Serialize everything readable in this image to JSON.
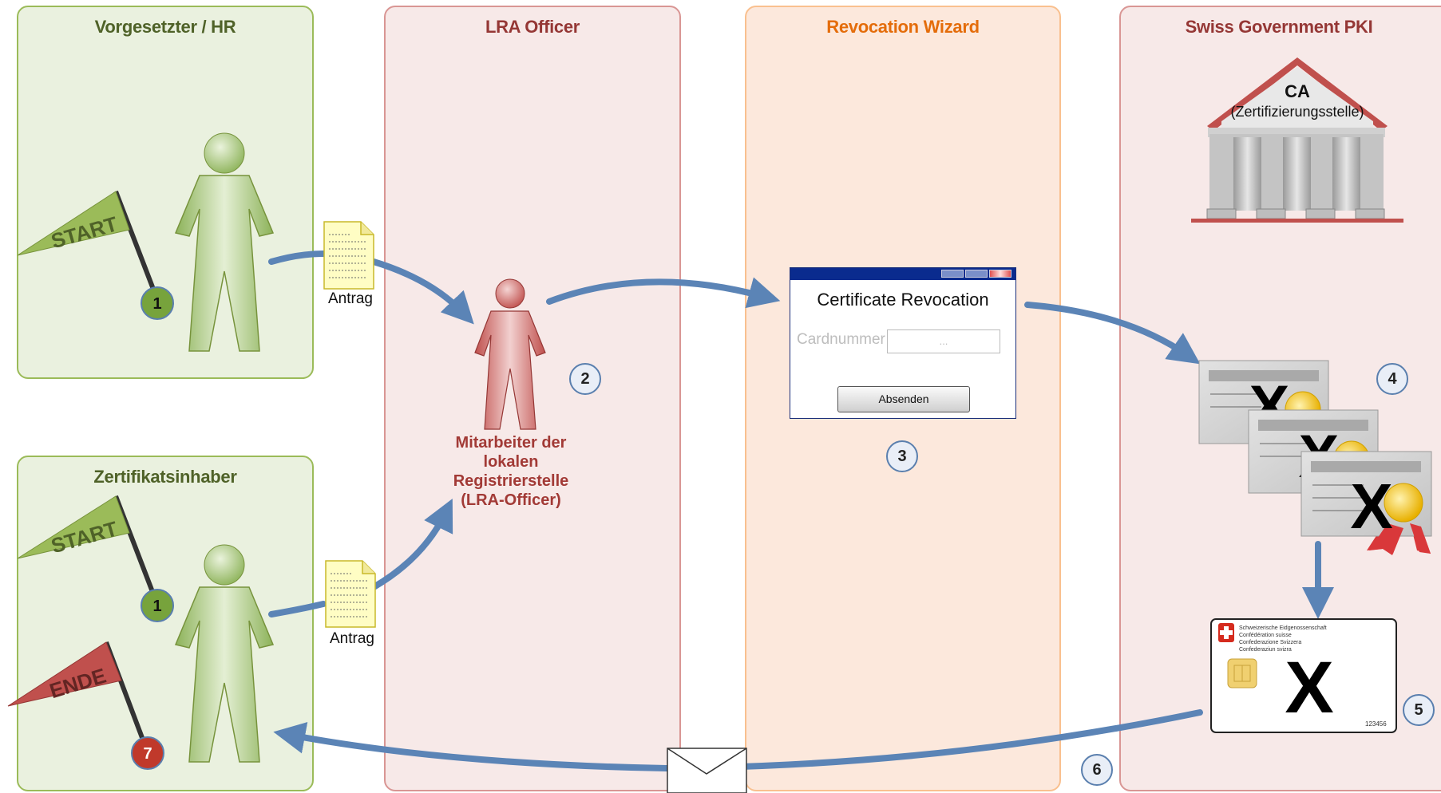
{
  "lanes": {
    "hr": {
      "title": "Vorgesetzter / HR"
    },
    "holder": {
      "title": "Zertifikatsinhaber"
    },
    "lra": {
      "title": "LRA Officer"
    },
    "wizard": {
      "title": "Revocation Wizard"
    },
    "pki": {
      "title": "Swiss Government PKI"
    }
  },
  "colors": {
    "green_fill": "#eaf1df",
    "green_border": "#9bbb59",
    "green_title": "#4f6228",
    "red_fill": "#f7e9e8",
    "red_border": "#d99694",
    "red_title": "#953735",
    "orange_fill": "#fce8dc",
    "orange_border": "#f9c08f",
    "orange_title": "#e46c0a",
    "arrow": "#5b84b6"
  },
  "flags": {
    "start": "START",
    "end": "ENDE"
  },
  "steps": {
    "s1": "1",
    "s2": "2",
    "s3": "3",
    "s4": "4",
    "s5": "5",
    "s6": "6",
    "s7": "7"
  },
  "documents": {
    "request_label": "Antrag"
  },
  "lra_caption": [
    "Mitarbeiter der",
    "lokalen",
    "Registrierstelle",
    "(LRA-Officer)"
  ],
  "wizard_window": {
    "title": "Certificate Revocation",
    "field_label": "Cardnummer",
    "field_placeholder": "...",
    "submit_label": "Absenden"
  },
  "ca": {
    "title": "CA",
    "subtitle": "(Zertifizierungsstelle)"
  },
  "revoked_mark": "X",
  "smartcard": {
    "lines": [
      "Schweizerische Eidgenossenschaft",
      "Confédération suisse",
      "Confederazione Svizzera",
      "Confederaziun svizra"
    ],
    "number": "123456"
  },
  "icons": [
    "person-icon",
    "flag-icon",
    "document-icon",
    "envelope-icon",
    "building-icon",
    "certificate-icon",
    "smartcard-icon",
    "swiss-cross-icon"
  ]
}
